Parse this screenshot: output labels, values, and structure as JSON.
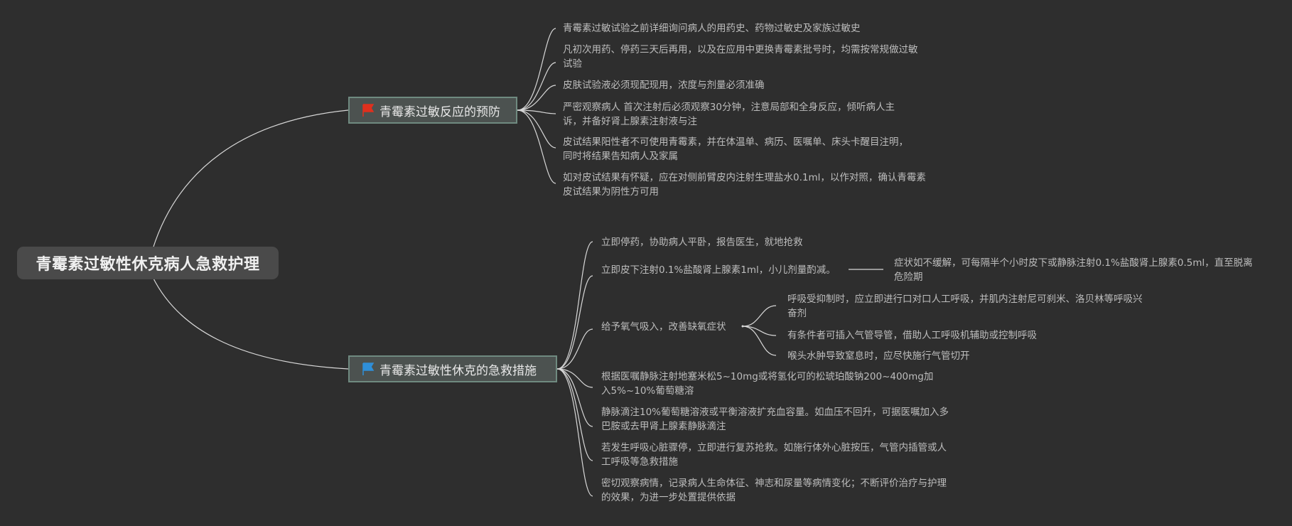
{
  "root": {
    "label": "青霉素过敏性休克病人急救护理"
  },
  "branches": [
    {
      "label": "青霉素过敏反应的预防",
      "flag_color": "#e0301e",
      "items": [
        "青霉素过敏试验之前详细询问病人的用药史、药物过敏史及家族过敏史",
        "凡初次用药、停药三天后再用，以及在应用中更换青霉素批号时，均需按常规做过敏试验",
        "皮肤试验液必须现配现用，浓度与剂量必须准确",
        "严密观察病人 首次注射后必须观察30分钟，注意局部和全身反应，倾听病人主诉，并备好肾上腺素注射液与注",
        "皮试结果阳性者不可使用青霉素，并在体温单、病历、医嘱单、床头卡醒目注明，同时将结果告知病人及家属",
        "如对皮试结果有怀疑，应在对侧前臂皮内注射生理盐水0.1ml，以作对照，确认青霉素皮试结果为阴性方可用"
      ]
    },
    {
      "label": "青霉素过敏性休克的急救措施",
      "flag_color": "#2f8fd8",
      "items": [
        "立即停药，协助病人平卧，报告医生，就地抢救",
        "立即皮下注射0.1%盐酸肾上腺素1ml，小儿剂量酌减。",
        "给予氧气吸入，改善缺氧症状",
        "根据医嘱静脉注射地塞米松5~10mg或将氢化可的松琥珀酸钠200~400mg加入5%~10%葡萄糖溶",
        "静脉滴注10%葡萄糖溶液或平衡溶液扩充血容量。如血压不回升，可据医嘱加入多巴胺或去甲肾上腺素静脉滴注",
        "若发生呼吸心脏骤停，立即进行复苏抢救。如施行体外心脏按压，气管内插管或人工呼吸等急救措施",
        "密切观察病情，记录病人生命体征、神志和尿量等病情变化；不断评价治疗与护理的效果，为进一步处置提供依据"
      ],
      "epinephrine_followup": "症状如不缓解，可每隔半个小时皮下或静脉注射0.1%盐酸肾上腺素0.5ml，直至脱离危险期",
      "oxygen_subitems": [
        "呼吸受抑制时，应立即进行口对口人工呼吸，并肌内注射尼可刹米、洛贝林等呼吸兴奋剂",
        "有条件者可插入气管导管，借助人工呼吸机辅助或控制呼吸",
        "喉头水肿导致窒息时，应尽快施行气管切开"
      ]
    }
  ]
}
